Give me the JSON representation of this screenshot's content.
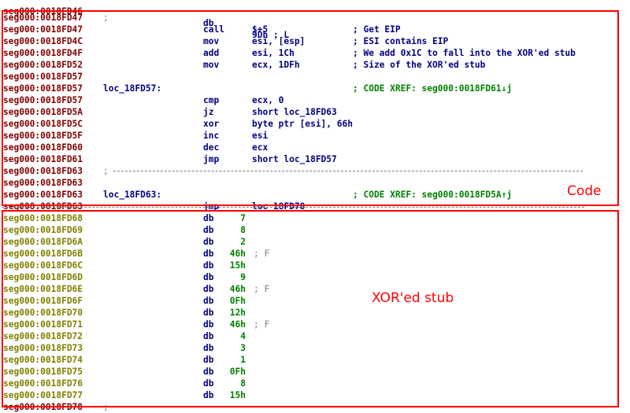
{
  "top_partial": {
    "addr": "seg000:0018FD46",
    "mnem": "db",
    "operand": "9Dh ; L"
  },
  "code_lines": [
    {
      "addr": "seg000:0018FD47",
      "sep": ";"
    },
    {
      "addr": "seg000:0018FD47",
      "mnem": "call",
      "op1": "$+5",
      "comment": "; Get EIP"
    },
    {
      "addr": "seg000:0018FD4C",
      "mnem": "mov",
      "op1": "esi, [esp]",
      "comment": "; ESI contains EIP"
    },
    {
      "addr": "seg000:0018FD4F",
      "mnem": "add",
      "op1": "esi, 1Ch",
      "comment": "; We add 0x1C to fall into the XOR'ed stub"
    },
    {
      "addr": "seg000:0018FD52",
      "mnem": "mov",
      "op1": "ecx, 1DFh",
      "comment": "; Size of the XOR'ed stub"
    },
    {
      "addr": "seg000:0018FD57"
    },
    {
      "addr": "seg000:0018FD57",
      "label": "loc_18FD57:",
      "xref": "; CODE XREF: seg000:0018FD61↓j"
    },
    {
      "addr": "seg000:0018FD57",
      "mnem": "cmp",
      "op1": "ecx, 0"
    },
    {
      "addr": "seg000:0018FD5A",
      "mnem": "jz",
      "op1": "short loc_18FD63"
    },
    {
      "addr": "seg000:0018FD5C",
      "mnem": "xor",
      "op1": "byte ptr [esi], 66h"
    },
    {
      "addr": "seg000:0018FD5F",
      "mnem": "inc",
      "op1": "esi"
    },
    {
      "addr": "seg000:0018FD60",
      "mnem": "dec",
      "op1": "ecx"
    },
    {
      "addr": "seg000:0018FD61",
      "mnem": "jmp",
      "op1": "short loc_18FD57"
    },
    {
      "addr": "seg000:0018FD63",
      "sep": ";",
      "dashed": true
    },
    {
      "addr": "seg000:0018FD63"
    },
    {
      "addr": "seg000:0018FD63",
      "label": "loc_18FD63:",
      "xref": "; CODE XREF: seg000:0018FD5A↑j"
    },
    {
      "addr": "seg000:0018FD63",
      "mnem": "jmp",
      "op1": "loc_18FD78"
    }
  ],
  "data_lines": [
    {
      "addr": "seg000:0018FD68",
      "mnem": "db",
      "val": "7"
    },
    {
      "addr": "seg000:0018FD69",
      "mnem": "db",
      "val": "8"
    },
    {
      "addr": "seg000:0018FD6A",
      "mnem": "db",
      "val": "2"
    },
    {
      "addr": "seg000:0018FD6B",
      "mnem": "db",
      "val": "46h",
      "comment": "; F"
    },
    {
      "addr": "seg000:0018FD6C",
      "mnem": "db",
      "val": "15h"
    },
    {
      "addr": "seg000:0018FD6D",
      "mnem": "db",
      "val": "9"
    },
    {
      "addr": "seg000:0018FD6E",
      "mnem": "db",
      "val": "46h",
      "comment": "; F"
    },
    {
      "addr": "seg000:0018FD6F",
      "mnem": "db",
      "val": "0Fh"
    },
    {
      "addr": "seg000:0018FD70",
      "mnem": "db",
      "val": "12h"
    },
    {
      "addr": "seg000:0018FD71",
      "mnem": "db",
      "val": "46h",
      "comment": "; F"
    },
    {
      "addr": "seg000:0018FD72",
      "mnem": "db",
      "val": "4"
    },
    {
      "addr": "seg000:0018FD73",
      "mnem": "db",
      "val": "3"
    },
    {
      "addr": "seg000:0018FD74",
      "mnem": "db",
      "val": "1"
    },
    {
      "addr": "seg000:0018FD75",
      "mnem": "db",
      "val": "0Fh"
    },
    {
      "addr": "seg000:0018FD76",
      "mnem": "db",
      "val": "8"
    },
    {
      "addr": "seg000:0018FD77",
      "mnem": "db",
      "val": "15h"
    }
  ],
  "bottom_partial": {
    "addr": "seg000:0018FD78",
    "sep": ";"
  },
  "annotations": {
    "code_label": "Code",
    "xor_label": "XOR'ed stub",
    "box_color": "#ff0000"
  },
  "colors": {
    "code_address": "#800000",
    "data_address": "#808000",
    "instruction": "#000080",
    "immediate": "#008000",
    "comment_gray": "#808080"
  }
}
